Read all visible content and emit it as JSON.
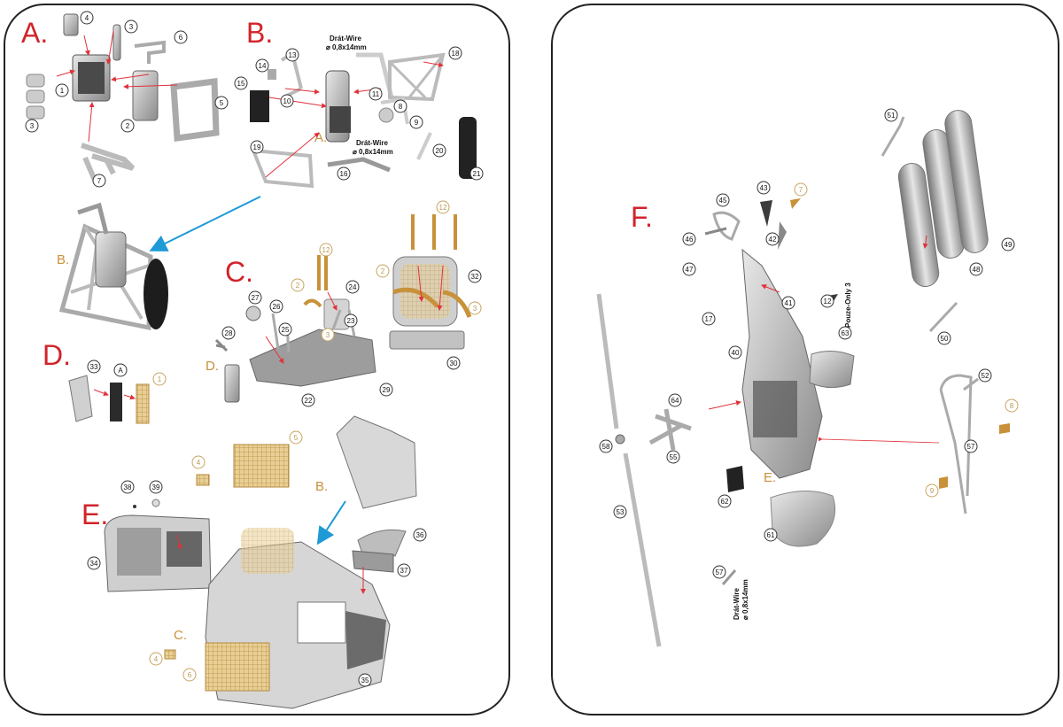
{
  "sections": {
    "a": "A.",
    "b": "B.",
    "c": "C.",
    "d": "D.",
    "e": "E.",
    "f": "F."
  },
  "refs": {
    "a_in_b": "A.",
    "b_main": "B.",
    "b_in_e": "B.",
    "c_in_e": "C.",
    "d_in_c": "D.",
    "e_in_f": "E."
  },
  "notes": {
    "wire_title": "Drát-Wire",
    "wire_size": "⌀ 0,8x14mm",
    "pouze": "Pouze-Only 3"
  },
  "callouts": {
    "a": [
      "4",
      "3",
      "6",
      "1",
      "2",
      "5",
      "3",
      "7"
    ],
    "b": [
      "13",
      "18",
      "14",
      "15",
      "10",
      "11",
      "8",
      "9",
      "19",
      "16",
      "20",
      "21"
    ],
    "c": [
      "12",
      "27",
      "26",
      "25",
      "28",
      "2",
      "24",
      "23",
      "22",
      "29",
      "12",
      "32",
      "2",
      "3",
      "30",
      "3"
    ],
    "d": [
      "33",
      "A",
      "1"
    ],
    "e": [
      "5",
      "4",
      "38",
      "39",
      "36",
      "37",
      "34",
      "35",
      "4",
      "6"
    ],
    "f": [
      "51",
      "45",
      "43",
      "7",
      "46",
      "42",
      "47",
      "49",
      "48",
      "17",
      "41",
      "12",
      "63",
      "40",
      "50",
      "58",
      "64",
      "52",
      "8",
      "55",
      "57",
      "9",
      "53",
      "62",
      "61",
      "57"
    ]
  },
  "colors": {
    "section_red": "#d2232a",
    "photoetch_gold": "#c8913a",
    "arrow_blue": "#1e9ad6",
    "leader_red": "#e0323a"
  }
}
